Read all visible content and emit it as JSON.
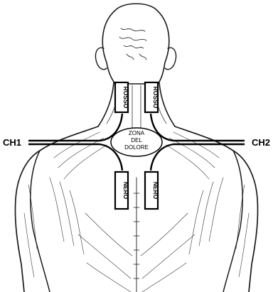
{
  "figure": {
    "channels": {
      "left": "CH1",
      "right": "CH2"
    },
    "pain_zone": {
      "line1": "ZONA",
      "line2": "DEL",
      "line3": "DOLORE"
    },
    "electrodes": {
      "top_left": "ROSSO",
      "top_right": "ROSSO",
      "bottom_left": "NERO",
      "bottom_right": "NERO"
    }
  }
}
